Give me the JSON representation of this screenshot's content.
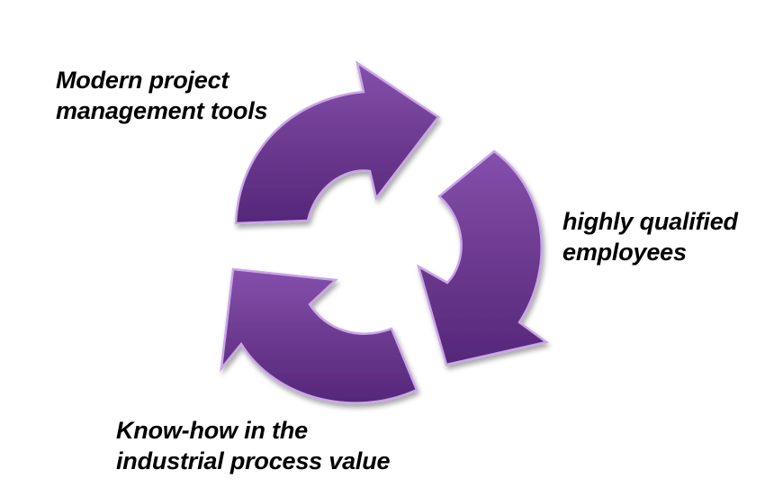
{
  "diagram": {
    "arrow_color": "#6c3a8f",
    "arrow_highlight": "#c9a6e6",
    "arrow_shadow": "#3b1b52",
    "labels": {
      "tools": {
        "line1": "Modern project",
        "line2": "management tools"
      },
      "employees": {
        "line1": "highly qualified",
        "line2": "employees"
      },
      "knowhow": {
        "line1": "Know-how in the",
        "line2": "industrial process value"
      }
    },
    "icon": "circular-cycle-arrows-icon"
  }
}
